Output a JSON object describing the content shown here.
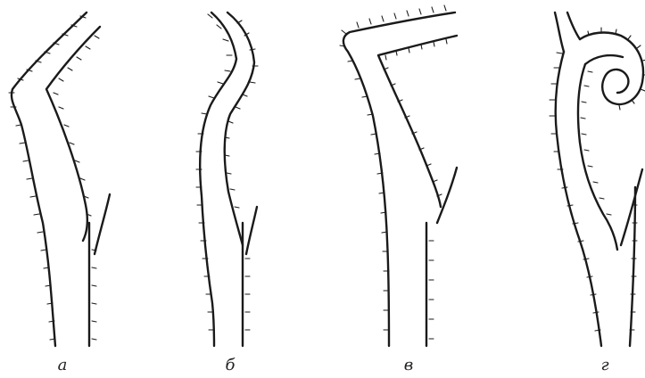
{
  "figure": {
    "panels": [
      {
        "id": "a",
        "label": "а",
        "depicts": "kinked-vessel"
      },
      {
        "id": "b",
        "label": "б",
        "depicts": "s-curved-vessel"
      },
      {
        "id": "v",
        "label": "в",
        "depicts": "sharply-bent-vessel"
      },
      {
        "id": "g",
        "label": "г",
        "depicts": "coiled-vessel"
      }
    ]
  },
  "style": {
    "line_color": "#1a1a1a",
    "background": "#ffffff"
  }
}
